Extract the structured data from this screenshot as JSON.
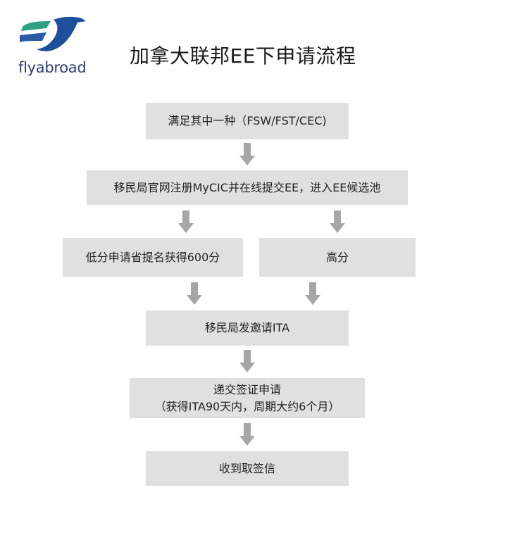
{
  "brand": {
    "name": "flyabroad",
    "logo_icon": "bird-wing-logo",
    "colors": {
      "top_wing": "#2e9f80",
      "bottom_wing": "#2b5aa6",
      "body": "#1f4f9a"
    }
  },
  "title": "加拿大联邦EE下申请流程",
  "flow": {
    "step1": "满足其中一种（FSW/FST/CEC)",
    "step2": "移民局官网注册MyCIC并在线提交EE，进入EE候选池",
    "branch_low": "低分申请省提名获得600分",
    "branch_high": "高分",
    "step3": "移民局发邀请ITA",
    "step4_line1": "递交签证申请",
    "step4_line2": "（获得ITA90天内，周期大约6个月）",
    "step5": "收到取签信"
  },
  "colors": {
    "box_fill": "#e0e0e0",
    "arrow": "#a6a6a6"
  }
}
